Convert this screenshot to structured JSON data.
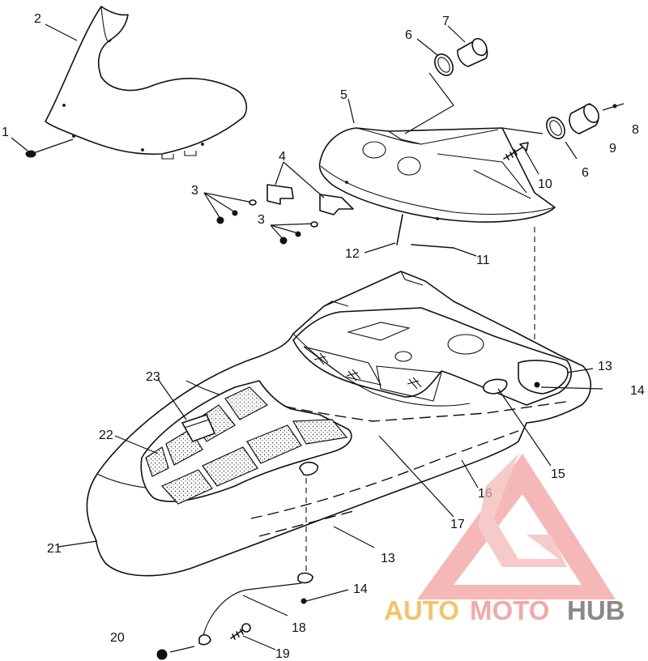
{
  "callouts": [
    "1",
    "2",
    "3",
    "3",
    "4",
    "5",
    "6",
    "7",
    "6",
    "8",
    "9",
    "10",
    "11",
    "12",
    "13",
    "14",
    "15",
    "16",
    "17",
    "13",
    "14",
    "18",
    "19",
    "20",
    "21",
    "22",
    "23"
  ],
  "watermark": {
    "part1": "AUTO",
    "part2": "MOTO",
    "part3": "HUB",
    "color_auto": "#f2c46a",
    "color_moto": "#f2a9a9",
    "color_hub": "#8a8a8a",
    "triangle_color": "#e84b4b"
  }
}
